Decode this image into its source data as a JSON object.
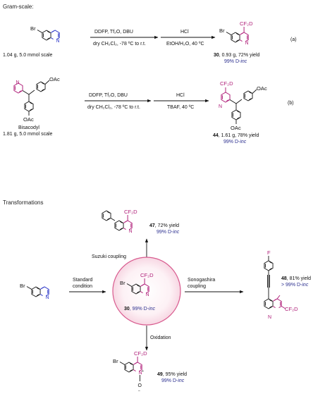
{
  "heading_gram_scale": "Gram-scale:",
  "heading_transformations": "Transformations",
  "labels": {
    "n": "N",
    "br": "Br",
    "oac": "OAc",
    "cf2d": "CF₂D",
    "f": "F",
    "o": "O",
    "plus": "+",
    "minus": "–"
  },
  "reaction_a": {
    "reagents_top": "DDFP, Tf₂O, DBU",
    "conditions_bottom": "dry CH₂Cl₂, -78 ºC to r.t.",
    "reagent2_top": "HCl",
    "conditions2_bottom": "EtOH/H₂O, 40 ºC",
    "tag": "(a)",
    "scale": "1.04 g, 5.0 mmol scale",
    "product_number": "30",
    "yield": ", 0.93 g, 72% yield",
    "d_inc": "99% D-",
    "d_inc_italic": "inc"
  },
  "reaction_b": {
    "reagents_top": "DDFP, Tf₂O, DBU",
    "conditions_bottom": "dry CH₂Cl₂, -78 ºC to r.t.",
    "reagent2_top": "HCl",
    "conditions2_bottom": "TBAF, 40 ºC",
    "tag": "(b)",
    "substrate_name": "Bisacodyl",
    "scale": "1.81 g, 5.0 mmol scale",
    "product_number": "44",
    "yield": ", 1.61 g, 78% yield",
    "d_inc": "99% D-",
    "d_inc_italic": "inc"
  },
  "transformations": {
    "standard_line1": "Standard",
    "standard_line2": "condition",
    "center_number": "30",
    "center_d_inc": ", 99% D-",
    "center_d_inc_italic": "inc",
    "suzuki": "Suzuki coupling",
    "sonogashira_line1": "Sonogashira",
    "sonogashira_line2": "coupling",
    "oxidation": "Oxidation",
    "p47_number": "47",
    "p47_yield": ", 72% yield",
    "p47_d": "99% D-",
    "p48_number": "48",
    "p48_yield": ", 81% yield",
    "p48_d": "> 99% D-",
    "p49_number": "49",
    "p49_yield": ", 95% yield",
    "p49_d": "99% D-",
    "italic_inc": "inc"
  },
  "colors": {
    "magenta": "#b0207a",
    "blue": "#2b35c8",
    "navy_text": "#2b2f8f",
    "circle_fill": "#fbe9ef"
  }
}
